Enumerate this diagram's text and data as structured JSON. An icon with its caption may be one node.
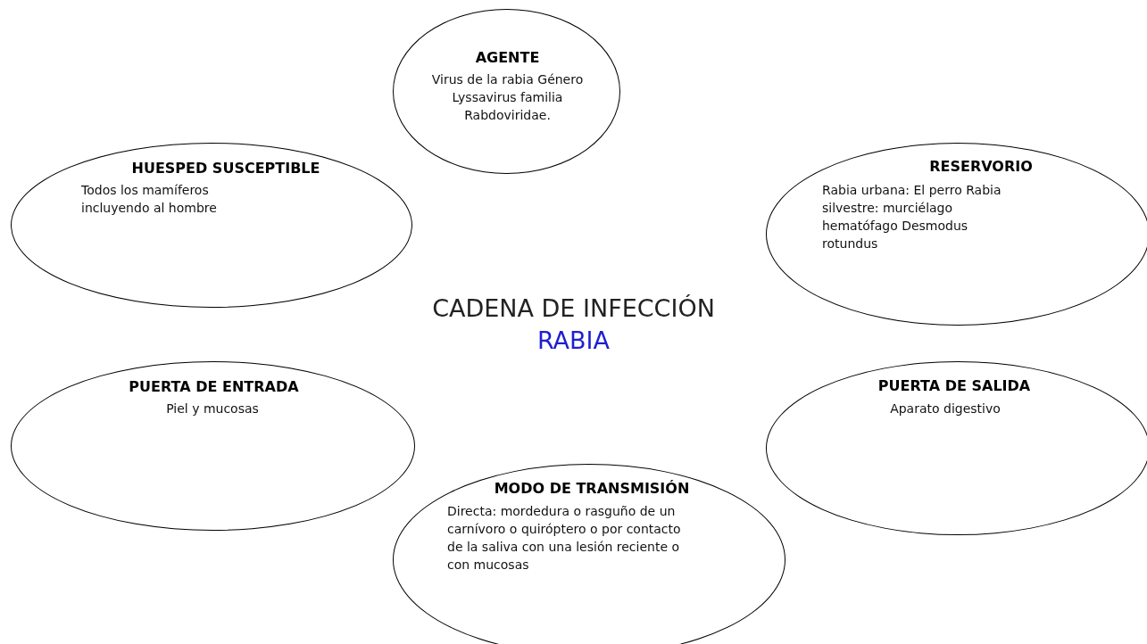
{
  "diagram": {
    "title": "CADENA DE INFECCIÓN",
    "nodes": [
      {
        "text": [
          "AGENTE",
          "Virus de la rabia Género Lyssavirus familia Rabdoviridae."
        ]
      },
      {
        "text": [
          "HUESPED SUSCEPTIBLE",
          "Todos los mamíferos incluyendo al hombre"
        ]
      },
      {
        "text": [
          "RESERVORIO",
          "Rabia urbana: El perro Rabia silvestre: murciélago hematófago Desmodus rotundus"
        ]
      },
      {
        "text": [
          "PUERTA DE ENTRADA",
          "Piel y mucosas"
        ]
      },
      {
        "text": [
          "PUERTA DE SALIDA",
          "Aparato digestivo"
        ]
      },
      {
        "text": [
          "MODO DE TRANSMISIÓN",
          "Directa: mordedura o rasguño de un carnívoro o quiróptero o por contacto de la saliva con una lesión reciente o con mucosas"
        ]
      }
    ],
    "labels": [
      "RABIA"
    ]
  }
}
